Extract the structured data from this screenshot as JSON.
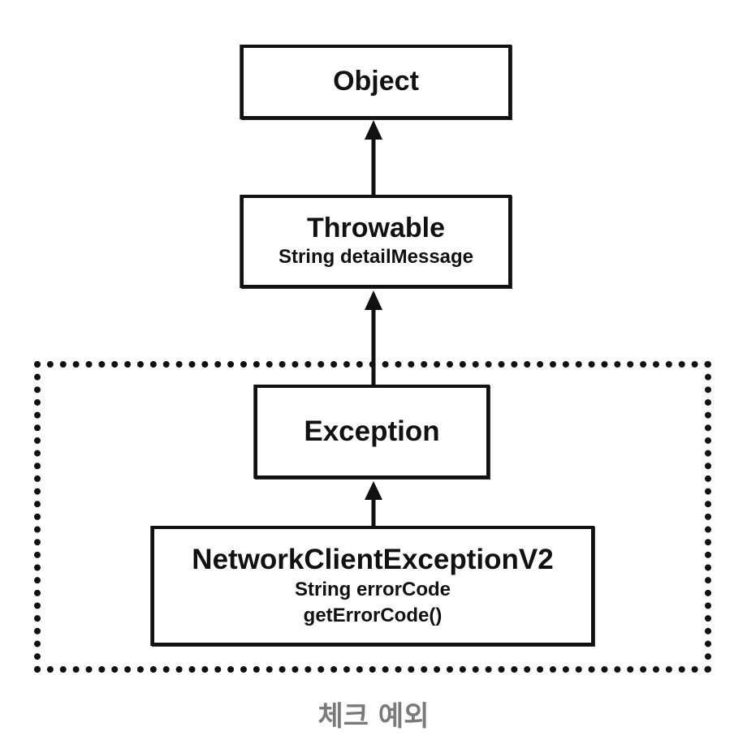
{
  "diagram": {
    "nodes": {
      "object": {
        "title": "Object"
      },
      "throwable": {
        "title": "Throwable",
        "fields": [
          "String detailMessage"
        ]
      },
      "exception": {
        "title": "Exception"
      },
      "network": {
        "title": "NetworkClientExceptionV2",
        "fields": [
          "String errorCode",
          "getErrorCode()"
        ]
      }
    },
    "edges": [
      {
        "from": "throwable",
        "to": "object"
      },
      {
        "from": "exception",
        "to": "throwable"
      },
      {
        "from": "network",
        "to": "exception"
      }
    ],
    "group_label": "체크 예외"
  }
}
